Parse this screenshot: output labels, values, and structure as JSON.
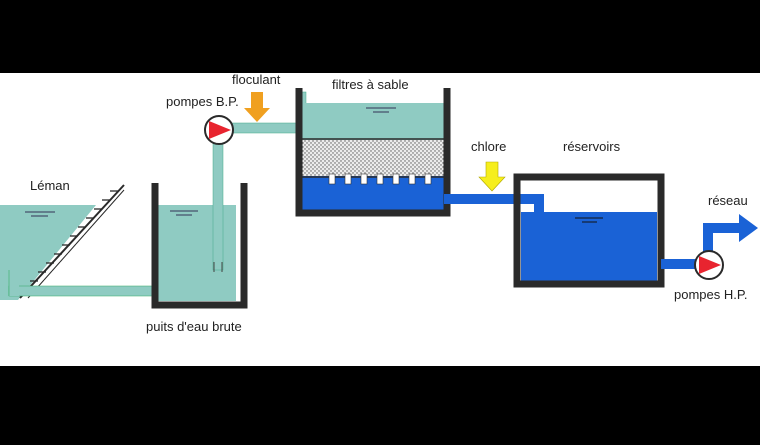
{
  "labels": {
    "lake": "Léman",
    "raw_well": "puits d'eau brute",
    "lp_pumps": "pompes B.P.",
    "flocculant": "floculant",
    "sand_filters": "filtres à sable",
    "chlorine": "chlore",
    "reservoirs": "réservoirs",
    "network": "réseau",
    "hp_pumps": "pompes H.P."
  },
  "colors": {
    "letterbox": "#000000",
    "background": "#ffffff",
    "raw_water": "#8fcbc2",
    "treated_water": "#1a62d6",
    "wall": "#2a2a2a",
    "pump_red": "#e8242f",
    "flocculant_arrow": "#f0a020",
    "chlorine_arrow": "#f6ee1c",
    "sand": "#e6e6e6"
  },
  "icons": [
    "lp-pump-icon",
    "hp-pump-icon",
    "flocculant-arrow-icon",
    "chlorine-arrow-icon",
    "network-arrow-icon"
  ]
}
